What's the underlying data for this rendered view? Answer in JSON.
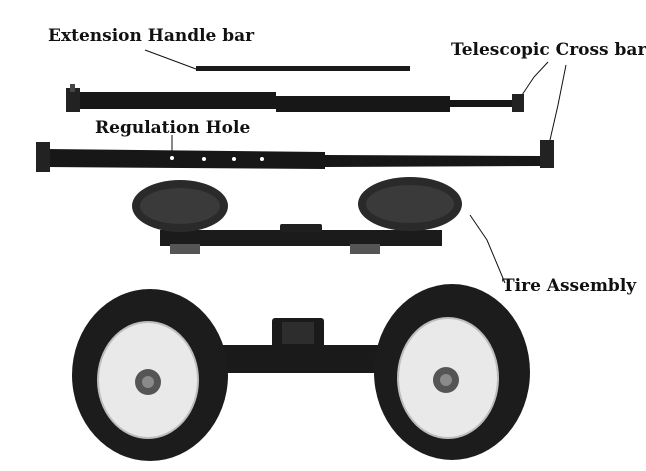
{
  "labels": {
    "extension_handle_bar": "Extension Handle bar",
    "telescopic_cross_bar": "Telescopic Cross bar",
    "regulation_hole": "Regulation Hole",
    "tire_assembly": "Tire Assembly"
  }
}
